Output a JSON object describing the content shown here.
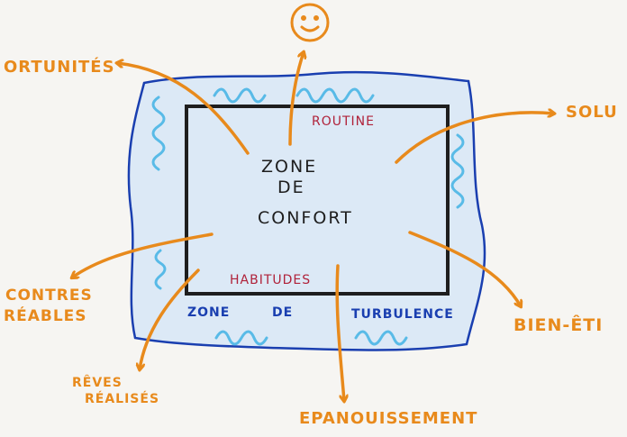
{
  "colors": {
    "background": "#f6f5f2",
    "frame": "#1e1e1e",
    "blue_outline": "#1a3fb0",
    "turbulence_fill": "#dce9f6",
    "wave": "#4ab6e6",
    "arrow": "#e88a1c",
    "routine_habits": "#b0223a"
  },
  "icons": [
    "smiley-face-icon"
  ],
  "center": {
    "line1": "ZONE",
    "line2": "DE",
    "line3": "CONFORT"
  },
  "inner_labels": {
    "routine": "ROUTINE",
    "habits": "HABITUDES"
  },
  "turbulence": {
    "word1": "ZONE",
    "word2": "DE",
    "word3": "TURBULENCE"
  },
  "outcomes": {
    "opportunities": "ORTUNITÉS",
    "solutions": "SOLU",
    "encounters_line1": "CONTRES",
    "encounters_line2": "RÉABLES",
    "wellbeing": "BIEN-ÊTI",
    "dreams_line1": "RÊVES",
    "dreams_line2": "RÉALISÉS",
    "fulfillment": "EPANOUISSEMENT"
  }
}
